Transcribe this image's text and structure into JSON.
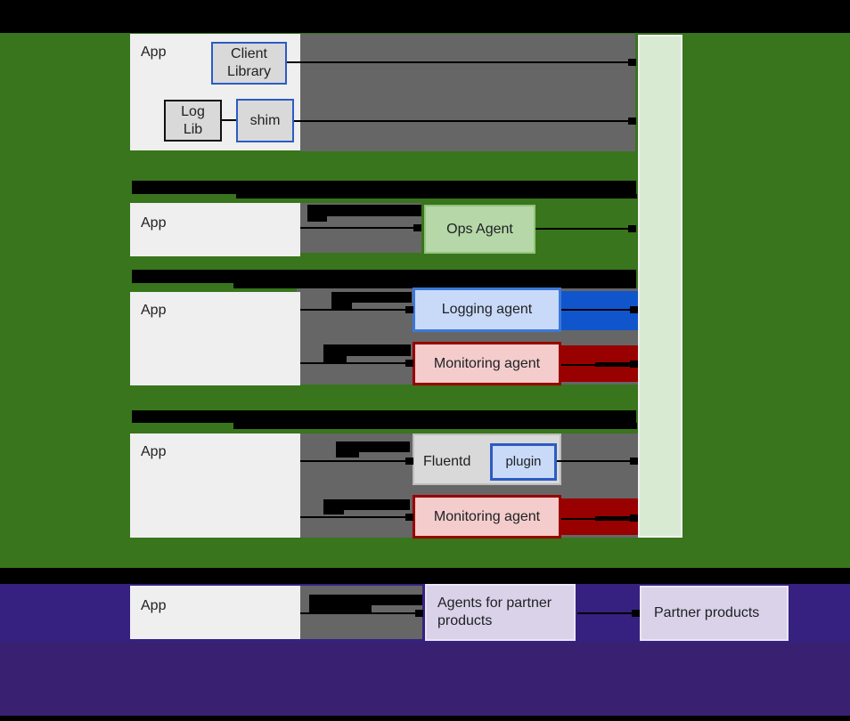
{
  "labels": {
    "app": "App",
    "client_library": "Client Library",
    "log_lib": "Log Lib",
    "shim": "shim",
    "ops_agent": "Ops Agent",
    "logging_agent": "Logging agent",
    "monitoring_agent": "Monitoring agent",
    "fluentd": "Fluentd",
    "plugin": "plugin",
    "agents_for_partner_products": "Agents for partner products",
    "partner_products": "Partner products"
  },
  "colors": {
    "background_green": "#38751c",
    "partner_zone_purple": "#362180",
    "partner_zone_purple_dark": "#3a2071",
    "gray_block": "#666666",
    "app_box": "#efefef",
    "component_gray": "#d9d9d9",
    "blue_border": "#2b5cc4",
    "light_blue_fill": "#c9daf8",
    "logging_agent_border": "#3c78d8",
    "logging_bar_blue": "#1155cc",
    "monitoring_bar_red": "#990000",
    "monitoring_fill_pink": "#f4cccc",
    "ops_agent_fill": "#b6d7a8",
    "ops_agent_border": "#93c47d",
    "ingest_bar_fill": "#d9ead3",
    "partner_box_fill": "#d9d2e9",
    "redaction_black": "#000000"
  }
}
